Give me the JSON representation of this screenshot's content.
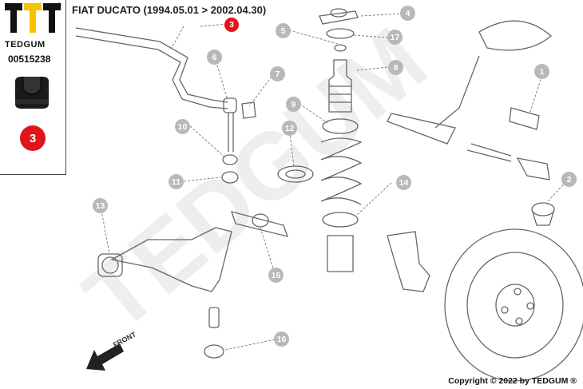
{
  "brand": {
    "name": "TEDGUM",
    "registered_mark": "®",
    "logo_colors": {
      "yellow": "#f5c400",
      "black": "#111111"
    }
  },
  "part": {
    "number": "00515238",
    "callout_number": "3"
  },
  "diagram": {
    "title": "FIAT DUCATO (1994.05.01 > 2002.04.30)",
    "callouts": [
      "1",
      "2",
      "3",
      "4",
      "5",
      "6",
      "7",
      "8",
      "9",
      "10",
      "11",
      "12",
      "13",
      "14",
      "15",
      "16",
      "17"
    ],
    "selected_callout": "3",
    "front_label": "FRONT",
    "watermark": "TEDGUM",
    "colors": {
      "callout": "#b8b8b8",
      "selected": "#e3131b",
      "line": "#555555"
    }
  },
  "footer": {
    "copyright": "Copyright © 2022 by TEDGUM ®"
  }
}
